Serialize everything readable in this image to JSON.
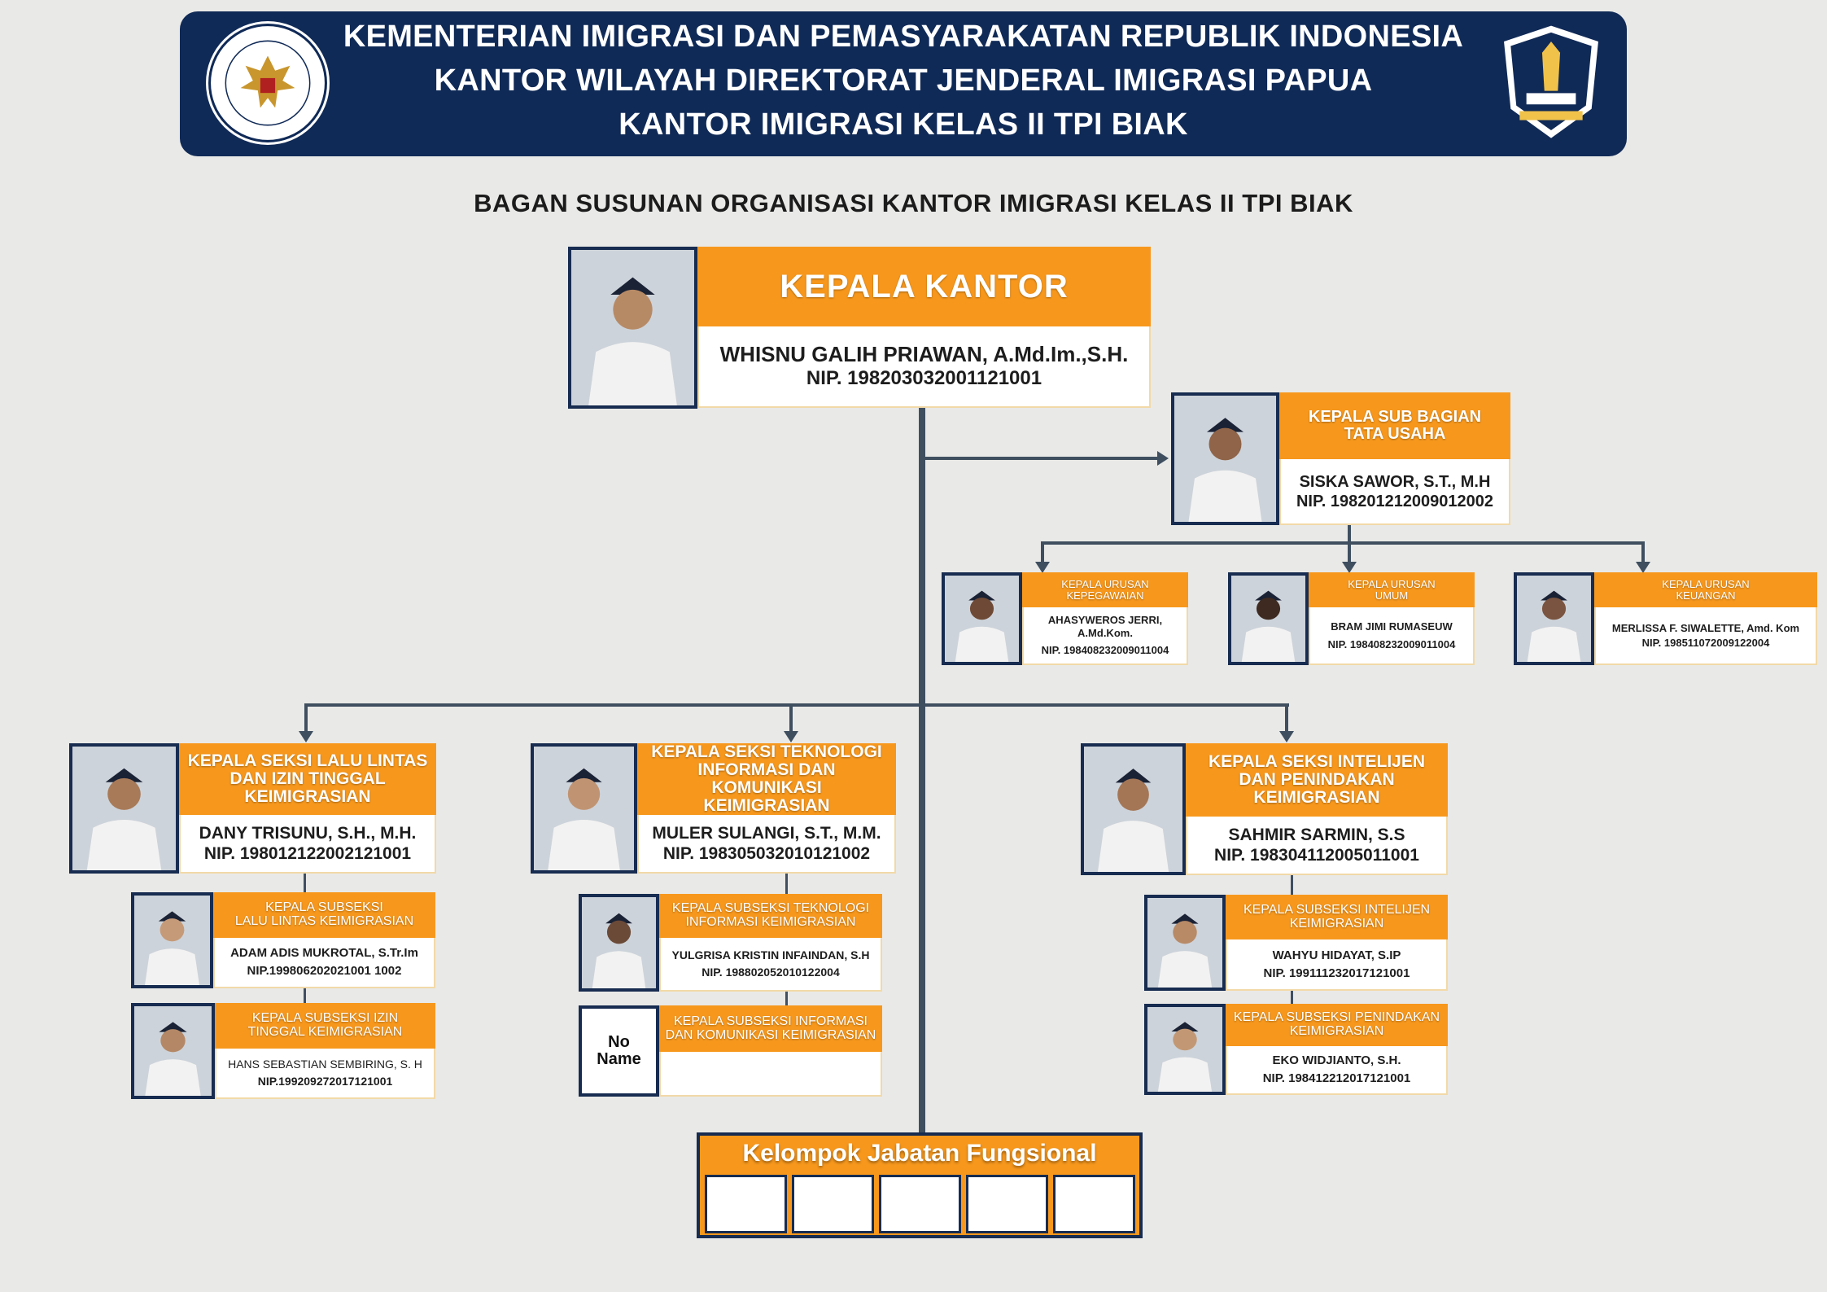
{
  "header": {
    "line1": "KEMENTERIAN IMIGRASI DAN PEMASYARAKATAN REPUBLIK INDONESIA",
    "line2": "KANTOR WILAYAH DIREKTORAT JENDERAL IMIGRASI PAPUA",
    "line3": "KANTOR IMIGRASI KELAS II TPI BIAK",
    "seal_left": "garuda-seal",
    "seal_right": "imigrasi-shield-logo",
    "background_color": "#102a57"
  },
  "chart_title": "BAGAN SUSUNAN ORGANISASI KANTOR IMIGRASI KELAS II TPI BIAK",
  "colors": {
    "accent": "#f7981d",
    "frame": "#172c50",
    "connector": "#3f4f60"
  },
  "nodes": {
    "kepala_kantor": {
      "title": "KEPALA KANTOR",
      "name": "WHISNU GALIH PRIAWAN, A.Md.Im.,S.H.",
      "nip": "NIP. 198203032001121001"
    },
    "kasubbag_tu": {
      "title_l1": "KEPALA SUB BAGIAN",
      "title_l2": "TATA USAHA",
      "name": "SISKA SAWOR, S.T., M.H",
      "nip": "NIP. 198201212009012002"
    },
    "kaur_kepeg": {
      "title_l1": "KEPALA URUSAN",
      "title_l2": "KEPEGAWAIAN",
      "name_l1": "AHASYWEROS JERRI,",
      "name_l2": "A.Md.Kom.",
      "nip": "NIP. 198408232009011004"
    },
    "kaur_umum": {
      "title_l1": "KEPALA URUSAN",
      "title_l2": "UMUM",
      "name": "BRAM JIMI RUMASEUW",
      "nip": "NIP. 198408232009011004"
    },
    "kaur_keu": {
      "title_l1": "KEPALA URUSAN",
      "title_l2": "KEUANGAN",
      "name": "MERLISSA F. SIWALETTE, Amd. Kom",
      "nip": "NIP. 198511072009122004"
    },
    "kasi_lantaskim": {
      "title_l1": "KEPALA SEKSI LALU LINTAS",
      "title_l2": "DAN IZIN TINGGAL",
      "title_l3": "KEIMIGRASIAN",
      "name": "DANY TRISUNU, S.H., M.H.",
      "nip": "NIP. 198012122002121001"
    },
    "kasi_tikkim": {
      "title_l1": "KEPALA SEKSI TEKNOLOGI",
      "title_l2": "INFORMASI DAN KOMUNIKASI",
      "title_l3": "KEIMIGRASIAN",
      "name": "MULER SULANGI, S.T., M.M.",
      "nip": "NIP. 198305032010121002"
    },
    "kasi_inteldakim": {
      "title_l1": "KEPALA SEKSI INTELIJEN",
      "title_l2": "DAN PENINDAKAN",
      "title_l3": "KEIMIGRASIAN",
      "name": "SAHMIR SARMIN, S.S",
      "nip": "NIP. 198304112005011001"
    },
    "kasubsi_lantas": {
      "title_l1": "KEPALA SUBSEKSI",
      "title_l2": "LALU LINTAS KEIMIGRASIAN",
      "name": "ADAM ADIS MUKROTAL, S.Tr.Im",
      "nip": "NIP.199806202021001 1002"
    },
    "kasubsi_izin": {
      "title_l1": "KEPALA SUBSEKSI IZIN",
      "title_l2": "TINGGAL KEIMIGRASIAN",
      "name": "HANS SEBASTIAN SEMBIRING, S. H",
      "nip": "NIP.199209272017121001"
    },
    "kasubsi_ti": {
      "title_l1": "KEPALA SUBSEKSI TEKNOLOGI",
      "title_l2": "INFORMASI KEIMIGRASIAN",
      "name": "YULGRISA KRISTIN INFAINDAN, S.H",
      "nip": "NIP. 198802052010122004"
    },
    "kasubsi_infokom": {
      "title_l1": "KEPALA SUBSEKSI INFORMASI",
      "title_l2": "DAN KOMUNIKASI KEIMIGRASIAN",
      "photo_l1": "No",
      "photo_l2": "Name"
    },
    "kasubsi_intel": {
      "title_l1": "KEPALA SUBSEKSI INTELIJEN",
      "title_l2": "KEIMIGRASIAN",
      "name": "WAHYU HIDAYAT, S.IP",
      "nip": "NIP. 199111232017121001"
    },
    "kasubsi_dakim": {
      "title_l1": "KEPALA SUBSEKSI PENINDAKAN",
      "title_l2": "KEIMIGRASIAN",
      "name": "EKO WIDJIANTO, S.H.",
      "nip": "NIP. 198412212017121001"
    }
  },
  "fungsional": {
    "title": "Kelompok Jabatan Fungsional",
    "slots": 5
  }
}
